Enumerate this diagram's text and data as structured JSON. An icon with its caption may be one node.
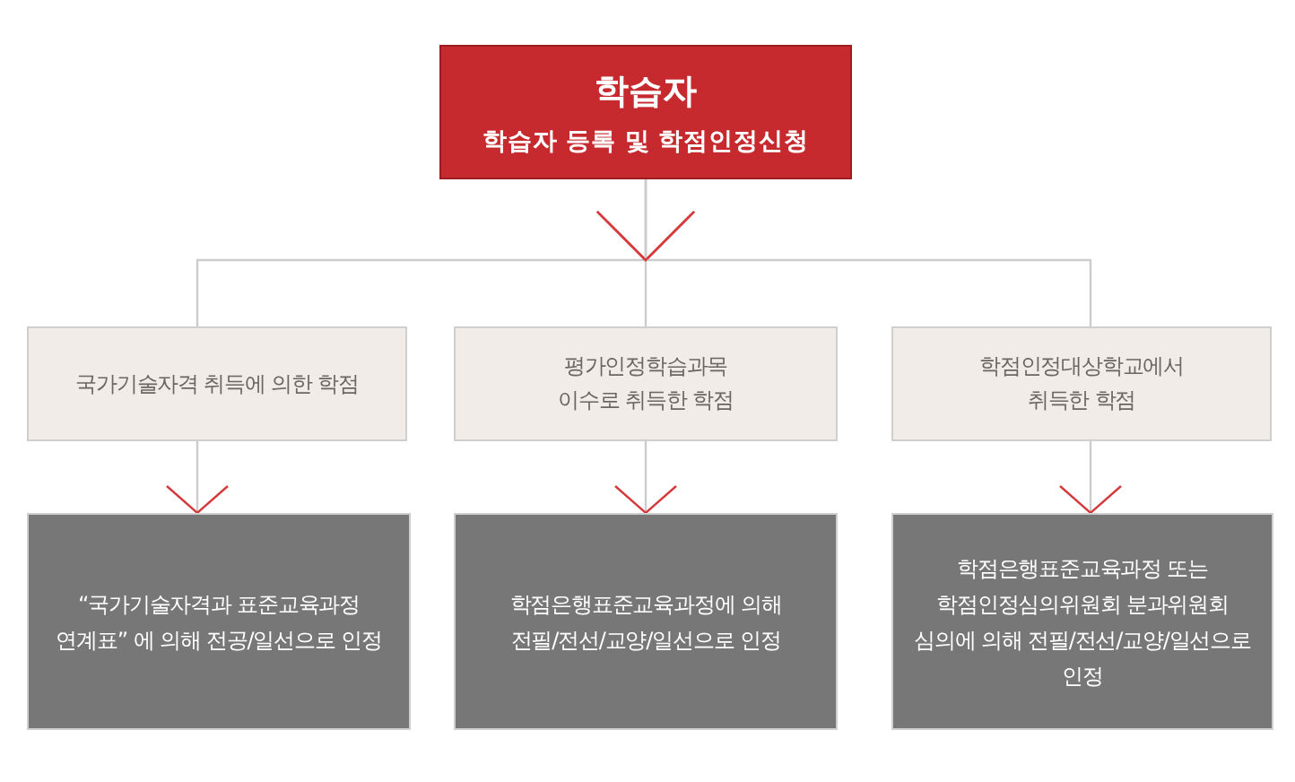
{
  "diagram": {
    "nodes": [
      {
        "text": [
          "학습자",
          "학습자 등록 및 학점인정신청"
        ]
      },
      {
        "text": [
          "국가기술자격 취득에 의한 학점"
        ]
      },
      {
        "text": [
          "평가인정학습과목 이수로 취득한 학점"
        ]
      },
      {
        "text": [
          "학점인정대상학교에서 취득한 학점"
        ]
      },
      {
        "text": [
          "“국가기술자격과 표준교육과정 연계표” 에 의해 전공/일선으로 인정"
        ]
      },
      {
        "text": [
          "학점은행표준교육과정에 의해 전필/전선/교양/일선으로 인정"
        ]
      },
      {
        "text": [
          "학점은행표준교육과정 또는 학점인정심의위원회 분과위원회 심의에 의해 전필/전선/교양/일선으로 인정"
        ]
      }
    ],
    "edges": [
      {
        "from": 0,
        "to": 1,
        "arrow": "to"
      },
      {
        "from": 0,
        "to": 2,
        "arrow": "to"
      },
      {
        "from": 0,
        "to": 3,
        "arrow": "to"
      },
      {
        "from": 1,
        "to": 4,
        "arrow": "to"
      },
      {
        "from": 2,
        "to": 5,
        "arrow": "to"
      },
      {
        "from": 3,
        "to": 6,
        "arrow": "to"
      }
    ]
  }
}
